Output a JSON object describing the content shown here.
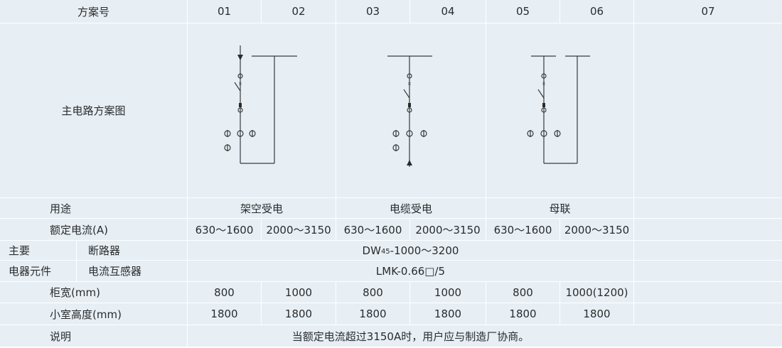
{
  "header": {
    "row_label": "方案号",
    "schemes": [
      "01",
      "02",
      "03",
      "04",
      "05",
      "06",
      "07"
    ]
  },
  "diagram_row": {
    "label": "主电路方案图"
  },
  "usage": {
    "label": "用途",
    "groups": [
      "架空受电",
      "电缆受电",
      "母联"
    ]
  },
  "rated_current": {
    "label": "额定电流(A)",
    "values": [
      "630～1600",
      "2000～3150",
      "630～1600",
      "2000～3150",
      "630～1600",
      "2000～3150"
    ]
  },
  "components": {
    "group_label_1": "主要",
    "group_label_2": "电器元件",
    "breaker": {
      "label": "断路器",
      "model_main": "DW",
      "model_sub": "45",
      "model_rest": "-1000～3200"
    },
    "ct": {
      "label": "电流互感器",
      "model": "LMK-0.66□/5"
    }
  },
  "width": {
    "label": "柜宽(mm)",
    "values": [
      "800",
      "1000",
      "800",
      "1000",
      "800",
      "1000(1200)"
    ]
  },
  "room_height": {
    "label": "小室高度(mm)",
    "values": [
      "1800",
      "1800",
      "1800",
      "1800",
      "1800",
      "1800"
    ]
  },
  "note": {
    "label": "说明",
    "text": "当额定电流超过3150A时，用户应与制造厂协商。"
  },
  "colors": {
    "band": "#e7eff5",
    "text": "#2b2b2b",
    "line": "#3a3a3a"
  }
}
